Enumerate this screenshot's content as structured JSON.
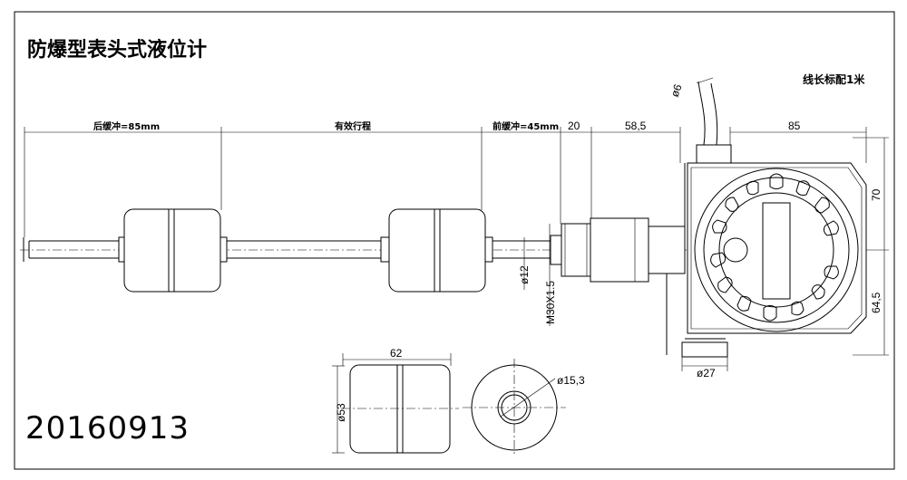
{
  "title": "防爆型表头式液位计",
  "cable_note": "线长标配1米",
  "date_code": "20160913",
  "dimensions": {
    "rear_buffer": "后缓冲=85mm",
    "effective_stroke": "有效行程",
    "front_buffer": "前缓冲=45mm",
    "d20": "20",
    "d58_5": "58,5",
    "d85": "85",
    "d70": "70",
    "d64_5": "64,5",
    "phi6": "ø6",
    "phi12": "ø12",
    "thread": "M30X1.5",
    "phi27": "ø27",
    "d62": "62",
    "phi53": "ø53",
    "phi15_3": "ø15,3"
  }
}
